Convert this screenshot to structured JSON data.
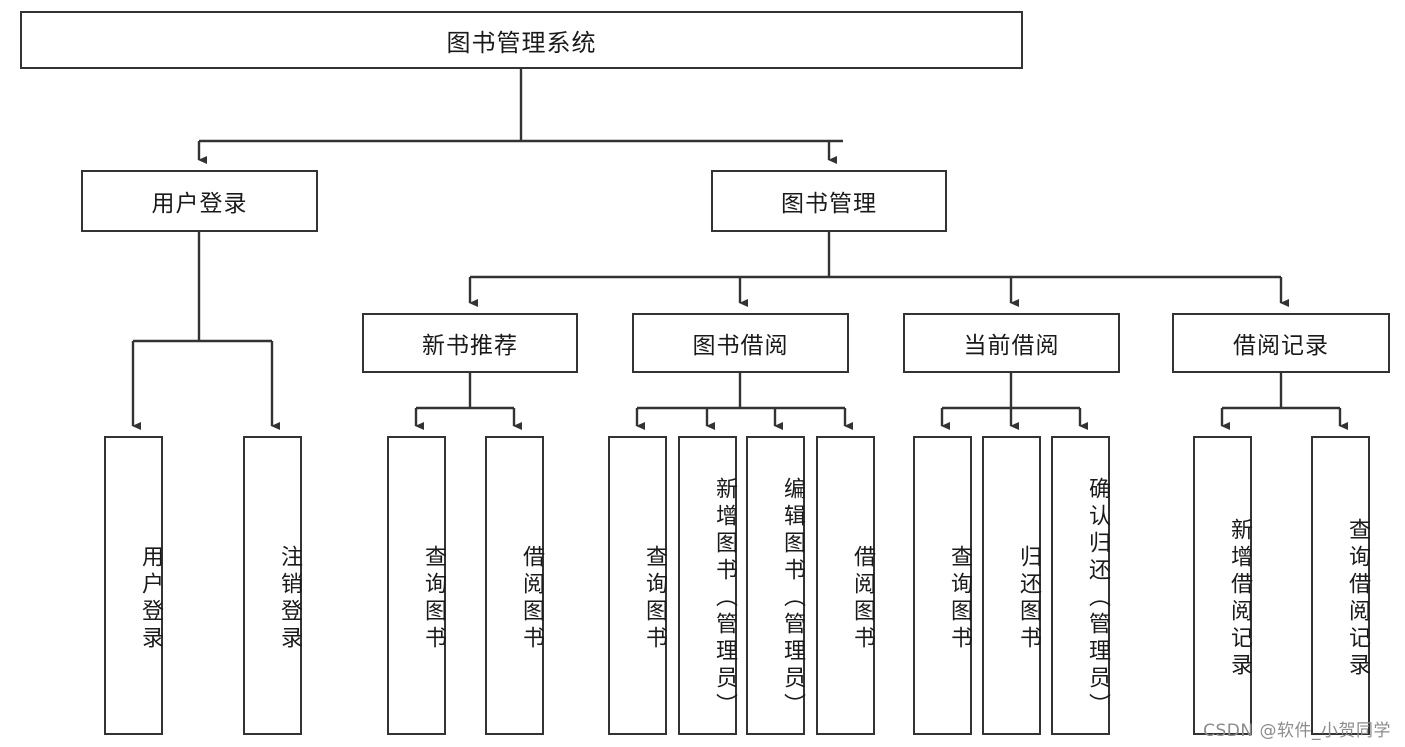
{
  "diagram": {
    "type": "hierarchy-tree",
    "title": "图书管理系统",
    "watermark": "CSDN @软件_小贺同学",
    "colors": {
      "box_border": "#333333",
      "box_fill": "#ffffff",
      "edge": "#333333",
      "text": "#1a1a1a",
      "watermark": "#8c8c8c",
      "background": "#ffffff"
    },
    "root": {
      "label": "图书管理系统"
    },
    "level1": [
      {
        "label": "用户登录"
      },
      {
        "label": "图书管理"
      }
    ],
    "level2": [
      {
        "label": "新书推荐"
      },
      {
        "label": "图书借阅"
      },
      {
        "label": "当前借阅"
      },
      {
        "label": "借阅记录"
      }
    ],
    "leaves": {
      "user_login": [
        {
          "label": "用户登录"
        },
        {
          "label": "注销登录"
        }
      ],
      "new_book_recommend": [
        {
          "label": "查询图书"
        },
        {
          "label": "借阅图书"
        }
      ],
      "book_borrow": [
        {
          "label": "查询图书"
        },
        {
          "label": "新增图书（管理员）"
        },
        {
          "label": "编辑图书（管理员）"
        },
        {
          "label": "借阅图书"
        }
      ],
      "current_borrow": [
        {
          "label": "查询图书"
        },
        {
          "label": "归还图书"
        },
        {
          "label": "确认归还（管理员）"
        }
      ],
      "borrow_record": [
        {
          "label": "新增借阅记录"
        },
        {
          "label": "查询借阅记录"
        }
      ]
    }
  }
}
